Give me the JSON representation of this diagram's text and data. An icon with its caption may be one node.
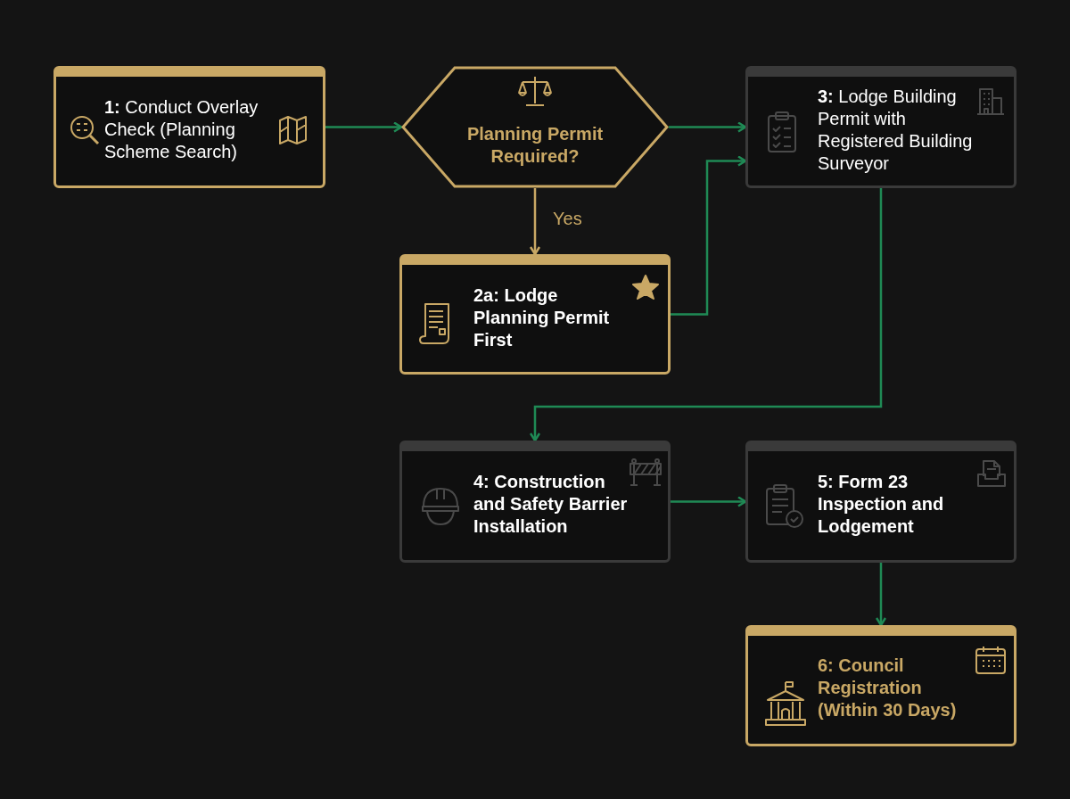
{
  "diagram": {
    "nodes": [
      {
        "text": [
          "**1:** Conduct Overlay Check (Planning Scheme Search)"
        ]
      },
      {
        "text": [
          "Planning Permit Required?"
        ]
      },
      {
        "text": [
          "2a: Lodge Planning Permit First"
        ]
      },
      {
        "text": [
          "**3:** Lodge Building Permit with Registered Building Surveyor"
        ]
      },
      {
        "text": [
          "4: Construction and Safety Barrier Installation"
        ]
      },
      {
        "text": [
          "5: Form 23 Inspection and Lodgement"
        ]
      },
      {
        "text": [
          "6: Council Registration (Within 30 Days)"
        ]
      }
    ],
    "edges": [
      {
        "from": 0,
        "to": 1,
        "arrow": "to"
      },
      {
        "from": 1,
        "to": 3,
        "arrow": "to"
      },
      {
        "from": 1,
        "to": 2,
        "arrow": "to",
        "label": "Yes",
        "color": "#c9a865"
      },
      {
        "from": 2,
        "to": 3,
        "arrow": "to"
      },
      {
        "from": 3,
        "to": 4,
        "arrow": "to"
      },
      {
        "from": 4,
        "to": 5,
        "arrow": "to"
      },
      {
        "from": 5,
        "to": 6,
        "arrow": "to"
      }
    ]
  }
}
